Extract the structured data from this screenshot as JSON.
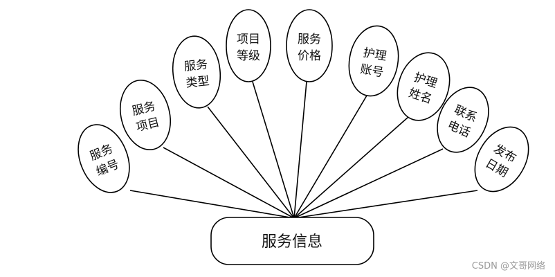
{
  "entity": {
    "label": "服务信息"
  },
  "attributes": [
    {
      "id": "service-id",
      "lines": [
        "服务",
        "编号"
      ]
    },
    {
      "id": "service-item",
      "lines": [
        "服务",
        "项目"
      ]
    },
    {
      "id": "service-type",
      "lines": [
        "服务",
        "类型"
      ]
    },
    {
      "id": "item-level",
      "lines": [
        "项目",
        "等级"
      ]
    },
    {
      "id": "service-price",
      "lines": [
        "服务",
        "价格"
      ]
    },
    {
      "id": "nurse-account",
      "lines": [
        "护理",
        "账号"
      ]
    },
    {
      "id": "nurse-name",
      "lines": [
        "护理",
        "姓名"
      ]
    },
    {
      "id": "contact-phone",
      "lines": [
        "联系",
        "电话"
      ]
    },
    {
      "id": "publish-date",
      "lines": [
        "发布",
        "日期"
      ]
    }
  ],
  "watermark": {
    "text": "CSDN @文哥网络"
  }
}
